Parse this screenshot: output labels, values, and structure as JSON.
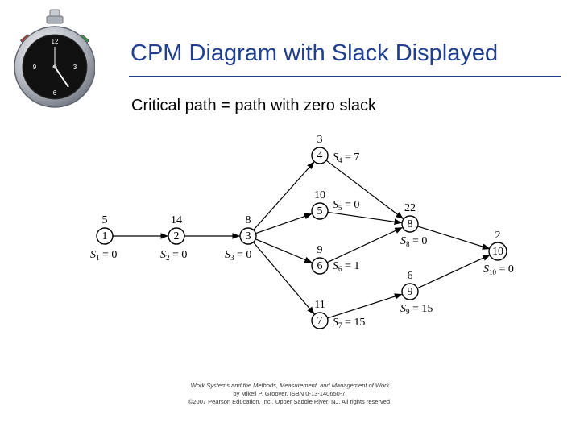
{
  "title": "CPM Diagram with Slack Displayed",
  "subtitle": "Critical path = path with zero slack",
  "nodes": [
    {
      "id": "1",
      "duration": "5",
      "slack_sub": "1",
      "slack_val": "0"
    },
    {
      "id": "2",
      "duration": "14",
      "slack_sub": "2",
      "slack_val": "0"
    },
    {
      "id": "3",
      "duration": "8",
      "slack_sub": "3",
      "slack_val": "0"
    },
    {
      "id": "4",
      "duration": "3",
      "slack_sub": "4",
      "slack_val": "7"
    },
    {
      "id": "5",
      "duration": "10",
      "slack_sub": "5",
      "slack_val": "0"
    },
    {
      "id": "6",
      "duration": "9",
      "slack_sub": "6",
      "slack_val": "1"
    },
    {
      "id": "7",
      "duration": "11",
      "slack_sub": "7",
      "slack_val": "15"
    },
    {
      "id": "8",
      "duration": "22",
      "slack_sub": "8",
      "slack_val": "0"
    },
    {
      "id": "9",
      "duration": "6",
      "slack_sub": "9",
      "slack_val": "15"
    },
    {
      "id": "10",
      "duration": "2",
      "slack_sub": "10",
      "slack_val": "0"
    }
  ],
  "edges": [
    [
      "1",
      "2"
    ],
    [
      "2",
      "3"
    ],
    [
      "3",
      "4"
    ],
    [
      "3",
      "5"
    ],
    [
      "3",
      "6"
    ],
    [
      "3",
      "7"
    ],
    [
      "4",
      "8"
    ],
    [
      "5",
      "8"
    ],
    [
      "6",
      "8"
    ],
    [
      "7",
      "9"
    ],
    [
      "8",
      "10"
    ],
    [
      "9",
      "10"
    ]
  ],
  "credits": {
    "line1": "Work Systems and the Methods, Measurement, and Management of Work",
    "line2": "by Mikell P. Groover, ISBN 0-13-140650-7.",
    "line3": "©2007 Pearson Education, Inc., Upper Saddle River, NJ. All rights reserved."
  },
  "colors": {
    "title": "#1f3f8f",
    "rule": "#1f3f8f"
  },
  "icons": {
    "stopwatch": "stopwatch-icon"
  }
}
